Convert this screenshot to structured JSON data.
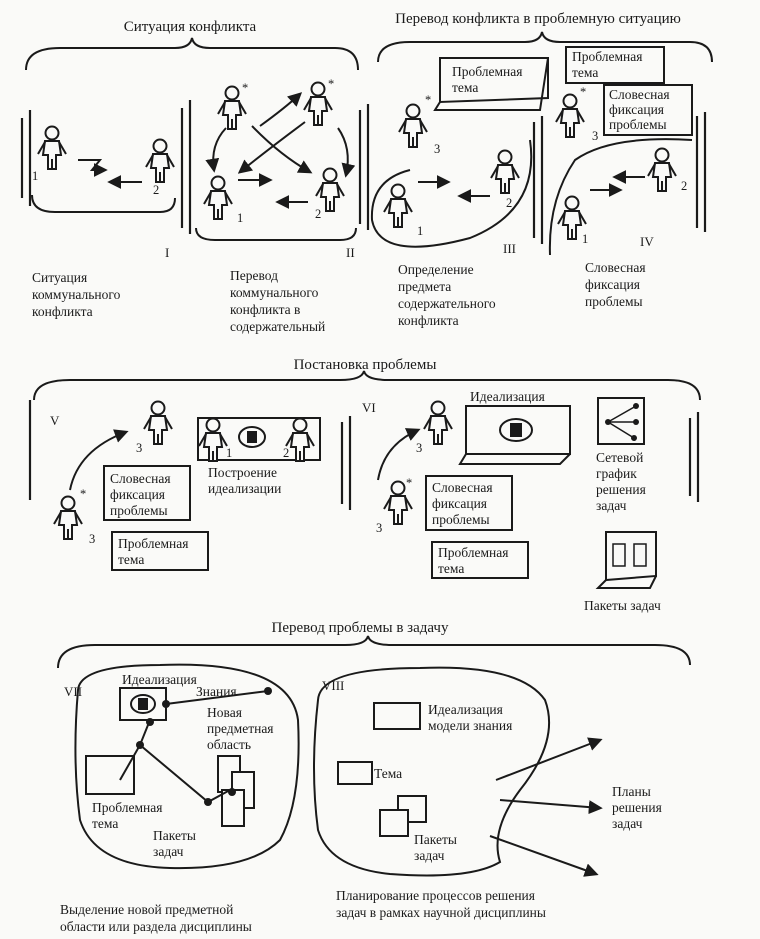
{
  "sections": {
    "s1": "Ситуация конфликта",
    "s2": "Перевод конфликта в проблемную ситуацию",
    "s3": "Постановка проблемы",
    "s4": "Перевод проблемы в задачу"
  },
  "roman": [
    "I",
    "II",
    "III",
    "IV",
    "V",
    "VI",
    "VII",
    "VIII"
  ],
  "figure_numbers": {
    "one": "1",
    "two": "2",
    "three": "3",
    "star": "*"
  },
  "boxes": {
    "problem_topic": [
      "Проблемная",
      "тема"
    ],
    "verbal_fixation": [
      "Словесная",
      "фиксация",
      "проблемы"
    ],
    "idealization": "Идеализация",
    "knowledge": "Знания",
    "tasks_packages": [
      "Пакеты",
      "задач"
    ],
    "tasks_packages_one": "Пакеты задач",
    "network_graph": [
      "Сетевой",
      "график",
      "решения",
      "задач"
    ],
    "new_subject": [
      "Новая",
      "предметная",
      "область"
    ],
    "ideal_models": [
      "Идеализация",
      "модели знания"
    ],
    "topic": "Тема",
    "plans": [
      "Планы",
      "решения",
      "задач"
    ]
  },
  "captions": {
    "c1": [
      "Ситуация",
      "коммунального",
      "конфликта"
    ],
    "c2": [
      "Перевод",
      "коммунального",
      "конфликта в",
      "содержательный"
    ],
    "c3": [
      "Определение",
      "предмета",
      "содержательного",
      "конфликта"
    ],
    "c4": [
      "Словесная",
      "фиксация",
      "проблемы"
    ],
    "c5": [
      "Построение",
      "идеализации"
    ],
    "c7": [
      "Выделение новой  предметной",
      "области или раздела дисциплины"
    ],
    "c8": [
      "Планирование процессов решения",
      "задач в рамках научной дисциплины"
    ]
  }
}
